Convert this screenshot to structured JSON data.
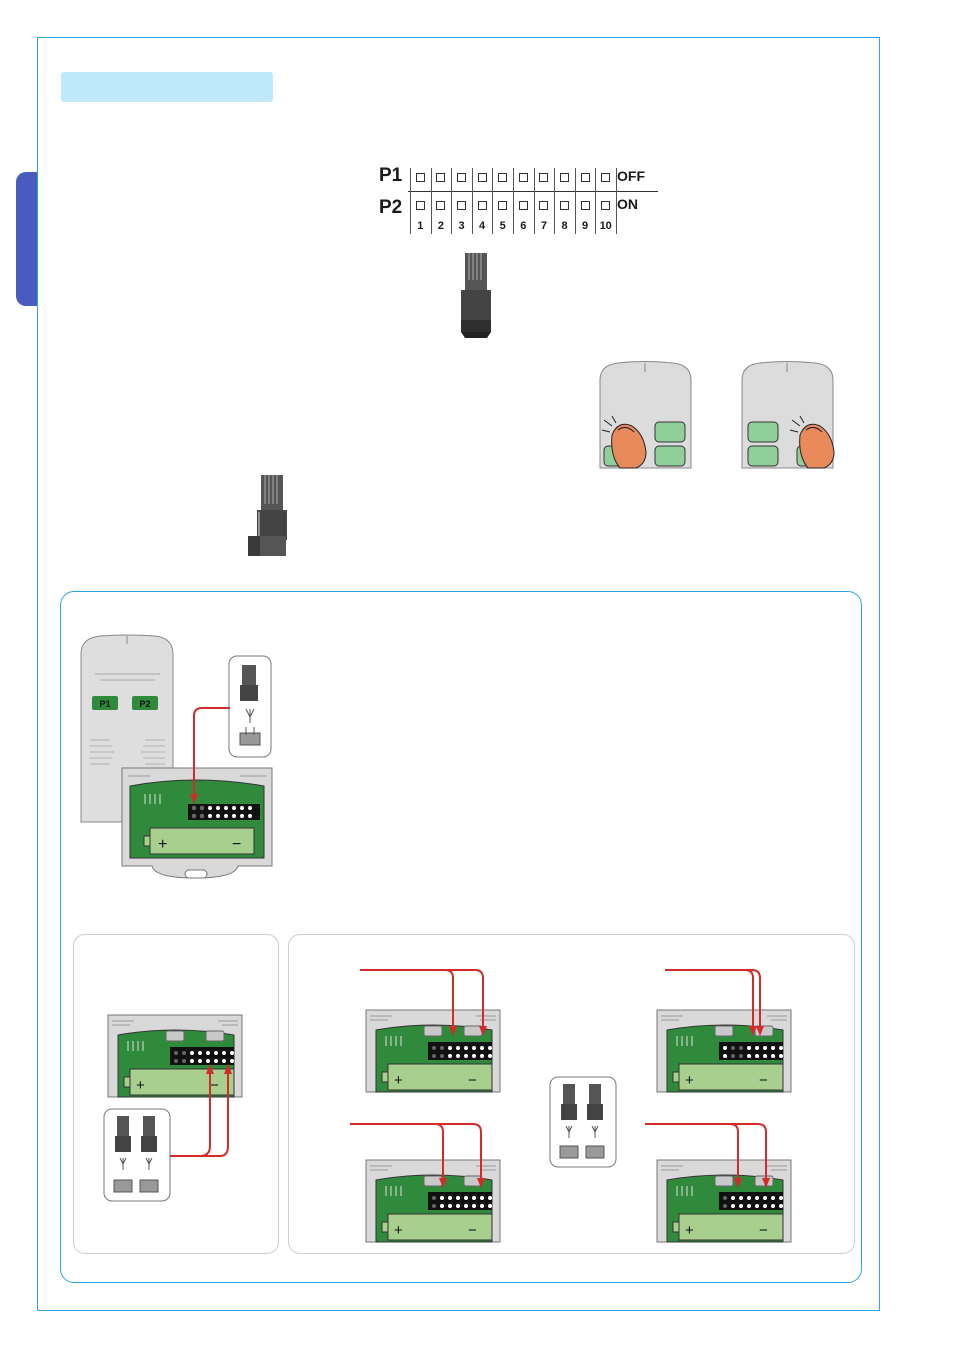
{
  "dip_switch": {
    "rows": [
      {
        "label": "P1",
        "state": "OFF"
      },
      {
        "label": "P2",
        "state": "ON"
      }
    ],
    "numbers": [
      "1",
      "2",
      "3",
      "4",
      "5",
      "6",
      "7",
      "8",
      "9",
      "10"
    ]
  },
  "remote": {
    "button_labels": [
      "P1",
      "P2"
    ]
  },
  "battery": {
    "plus": "+",
    "minus": "−"
  },
  "colors": {
    "frame": "#29a8e0",
    "side_tab": "#4a5bbf",
    "title_bar": "#bfe9fb",
    "wire": "#d42a2a",
    "pcb": "#2f8a3c",
    "battery": "#a9cf8f",
    "button_green": "#9bd3a8"
  },
  "icons": [
    "jumper-icon",
    "hand-press-icon",
    "remote-control-icon",
    "receiver-board-icon"
  ]
}
